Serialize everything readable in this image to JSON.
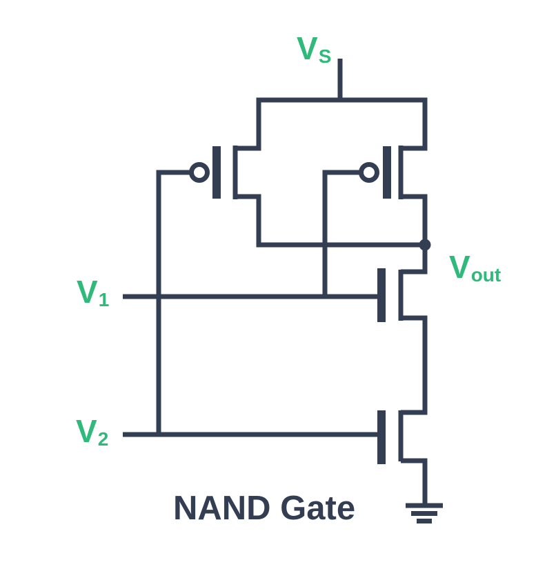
{
  "title": "NAND Gate",
  "labels": {
    "supply": {
      "base": "V",
      "sub": "S"
    },
    "input1": {
      "base": "V",
      "sub": "1"
    },
    "input2": {
      "base": "V",
      "sub": "2"
    },
    "output": {
      "base": "V",
      "sub": "out"
    }
  },
  "colors": {
    "wire": "#333E52",
    "label": "#2FBA7B",
    "background": "#FFFFFF"
  },
  "icons": {
    "pmos_left": "pmos-transistor-icon",
    "pmos_right": "pmos-transistor-icon",
    "nmos_top": "nmos-transistor-icon",
    "nmos_bottom": "nmos-transistor-icon",
    "ground": "earth-ground-icon",
    "output_junction": "junction-dot-icon"
  }
}
